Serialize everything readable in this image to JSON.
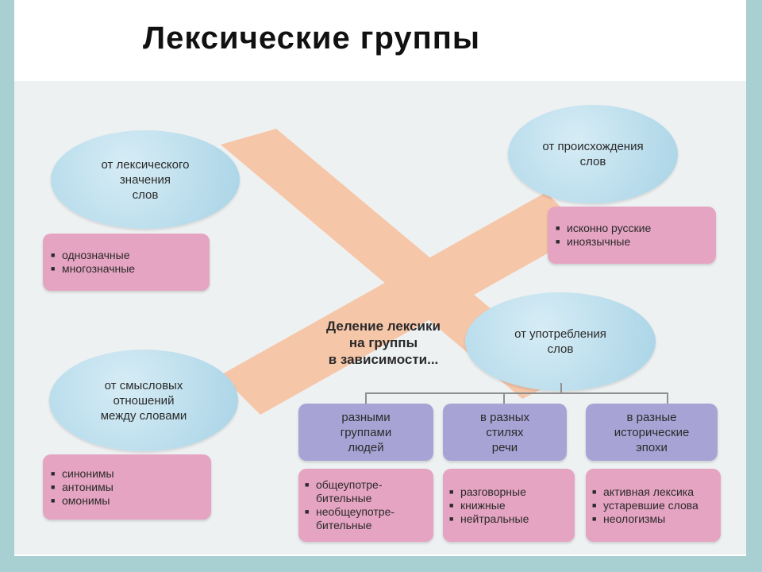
{
  "title": "Лексические группы",
  "center": {
    "line1": "Деление лексики",
    "line2": "на группы",
    "line3": "в зависимости..."
  },
  "groups": [
    {
      "circle": [
        "от лексического",
        "значения",
        "слов"
      ],
      "items": [
        "однозначные",
        "многозначные"
      ]
    },
    {
      "circle": [
        "от происхождения",
        "слов"
      ],
      "items": [
        "исконно русские",
        "иноязычные"
      ]
    },
    {
      "circle": [
        "от смысловых",
        "отношений",
        "между словами"
      ],
      "items": [
        "синонимы",
        "антонимы",
        "омонимы"
      ]
    },
    {
      "circle": [
        "от употребления",
        "слов"
      ],
      "subgroups": [
        {
          "label": [
            "разными",
            "группами",
            "людей"
          ],
          "items": [
            "общеупотре-бительные",
            "необщеупотре-бительные"
          ]
        },
        {
          "label": [
            "в разных",
            "стилях",
            "речи"
          ],
          "items": [
            "разговорные",
            "книжные",
            "нейтральные"
          ]
        },
        {
          "label": [
            "в разные",
            "исторические",
            "эпохи"
          ],
          "items": [
            "активная лексика",
            "устаревшие слова",
            "неологизмы"
          ]
        }
      ]
    }
  ],
  "colors": {
    "cross": "#f6c6a8",
    "circle": "#a7d3e6",
    "pink": "#e5a4c2",
    "purple": "#a8a3d5",
    "border": "#a8cfd2"
  }
}
